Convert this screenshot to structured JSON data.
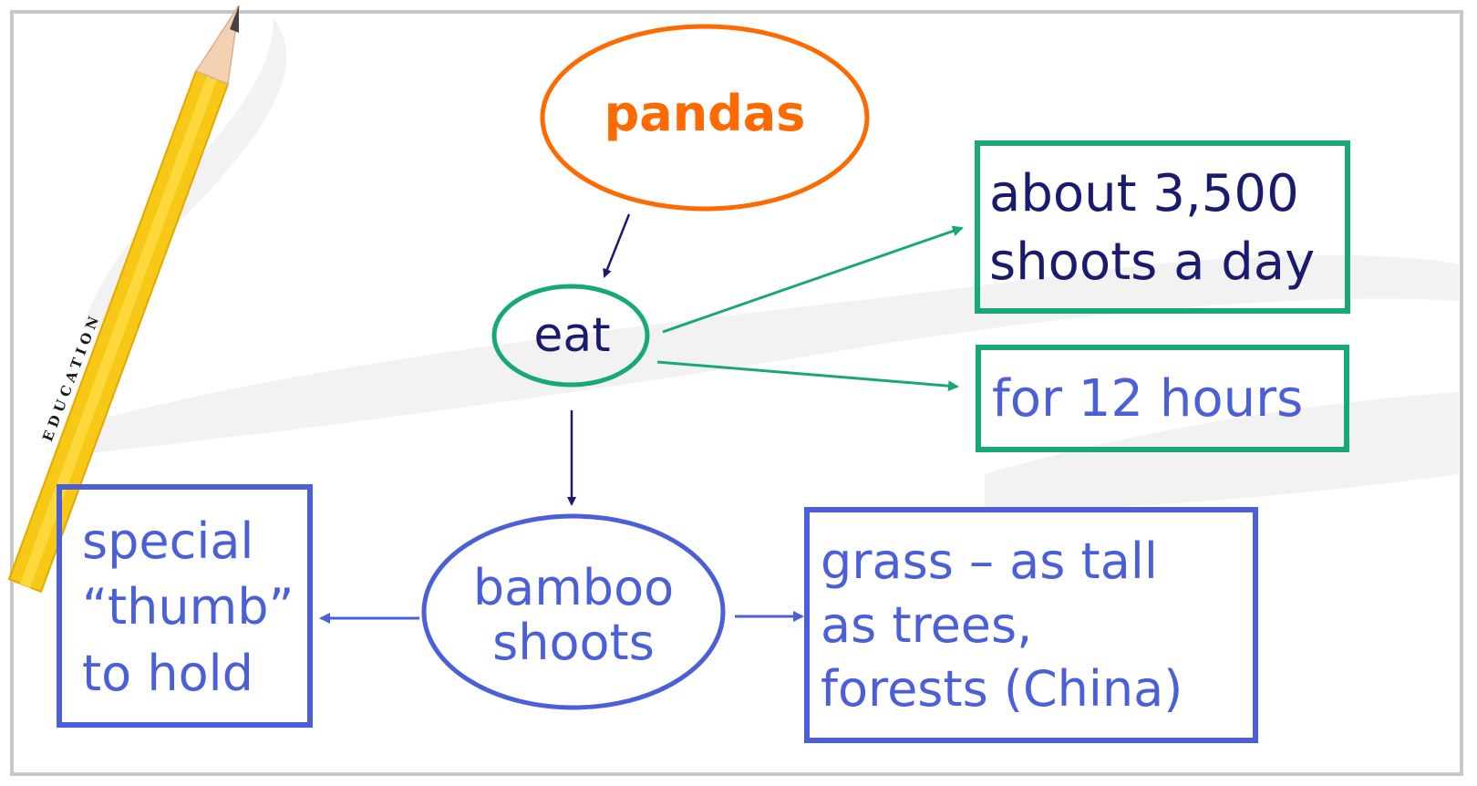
{
  "colors": {
    "orange": "#ff6a00",
    "green": "#18a878",
    "navy": "#1a1a6e",
    "blue": "#4a5fd8",
    "pencil": "#f7c815",
    "frame": "#c8c8c8"
  },
  "pencil": {
    "label": "EDUCATION"
  },
  "nodes": {
    "pandas": "pandas",
    "eat": "eat",
    "bamboo": "bamboo\nshoots",
    "shoots_per_day": "about 3,500\nshoots a day",
    "hours": "for 12 hours",
    "thumb": "special\n“thumb”\nto hold",
    "grass": "grass – as tall\nas trees,\nforests (China)"
  }
}
